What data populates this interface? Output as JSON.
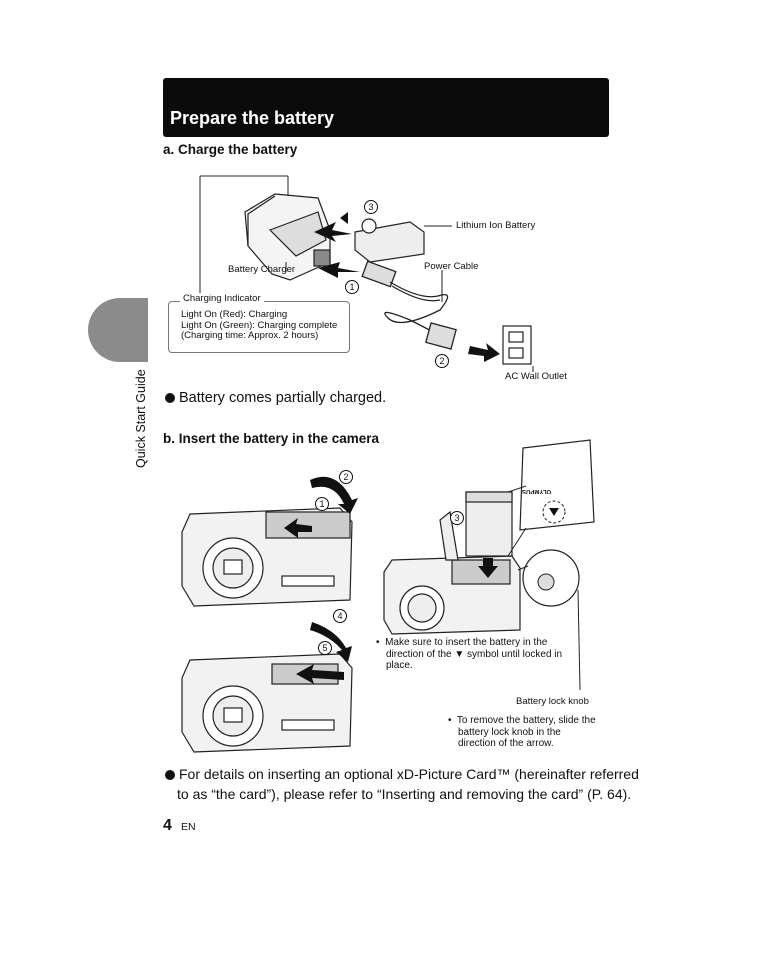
{
  "header": {
    "title": "Prepare the battery"
  },
  "sidebar": {
    "label": "Quick Start Guide"
  },
  "section_a": {
    "title": "a.  Charge the battery",
    "labels": {
      "battery_charger": "Battery Charger",
      "lithium_ion_battery": "Lithium Ion Battery",
      "power_cable": "Power Cable",
      "ac_wall_outlet": "AC Wall Outlet"
    },
    "charging_indicator": {
      "title": "Charging Indicator",
      "lines": [
        "Light On (Red): Charging",
        "Light On (Green): Charging complete",
        "(Charging time: Approx. 2 hours)"
      ]
    },
    "steps": [
      "1",
      "2",
      "3"
    ],
    "note": "Battery comes partially charged."
  },
  "section_b": {
    "title": "b.  Insert the battery in the camera",
    "steps": [
      "1",
      "2",
      "3",
      "4",
      "5"
    ],
    "note_insert": [
      "Make sure to insert the battery in the",
      "direction of the ▼ symbol until locked in",
      "place."
    ],
    "battery_lock_label": "Battery lock knob",
    "note_remove": [
      "To remove the battery, slide the",
      "battery lock knob in the",
      "direction of the arrow."
    ],
    "brand": "OLYMPUS"
  },
  "footer": {
    "note_lines": [
      "For details on inserting an optional xD-Picture Card™ (hereinafter referred",
      "to as “the card”), please refer to “Inserting and removing the card” (P. 64)."
    ],
    "page_number": "4",
    "lang": "EN"
  }
}
